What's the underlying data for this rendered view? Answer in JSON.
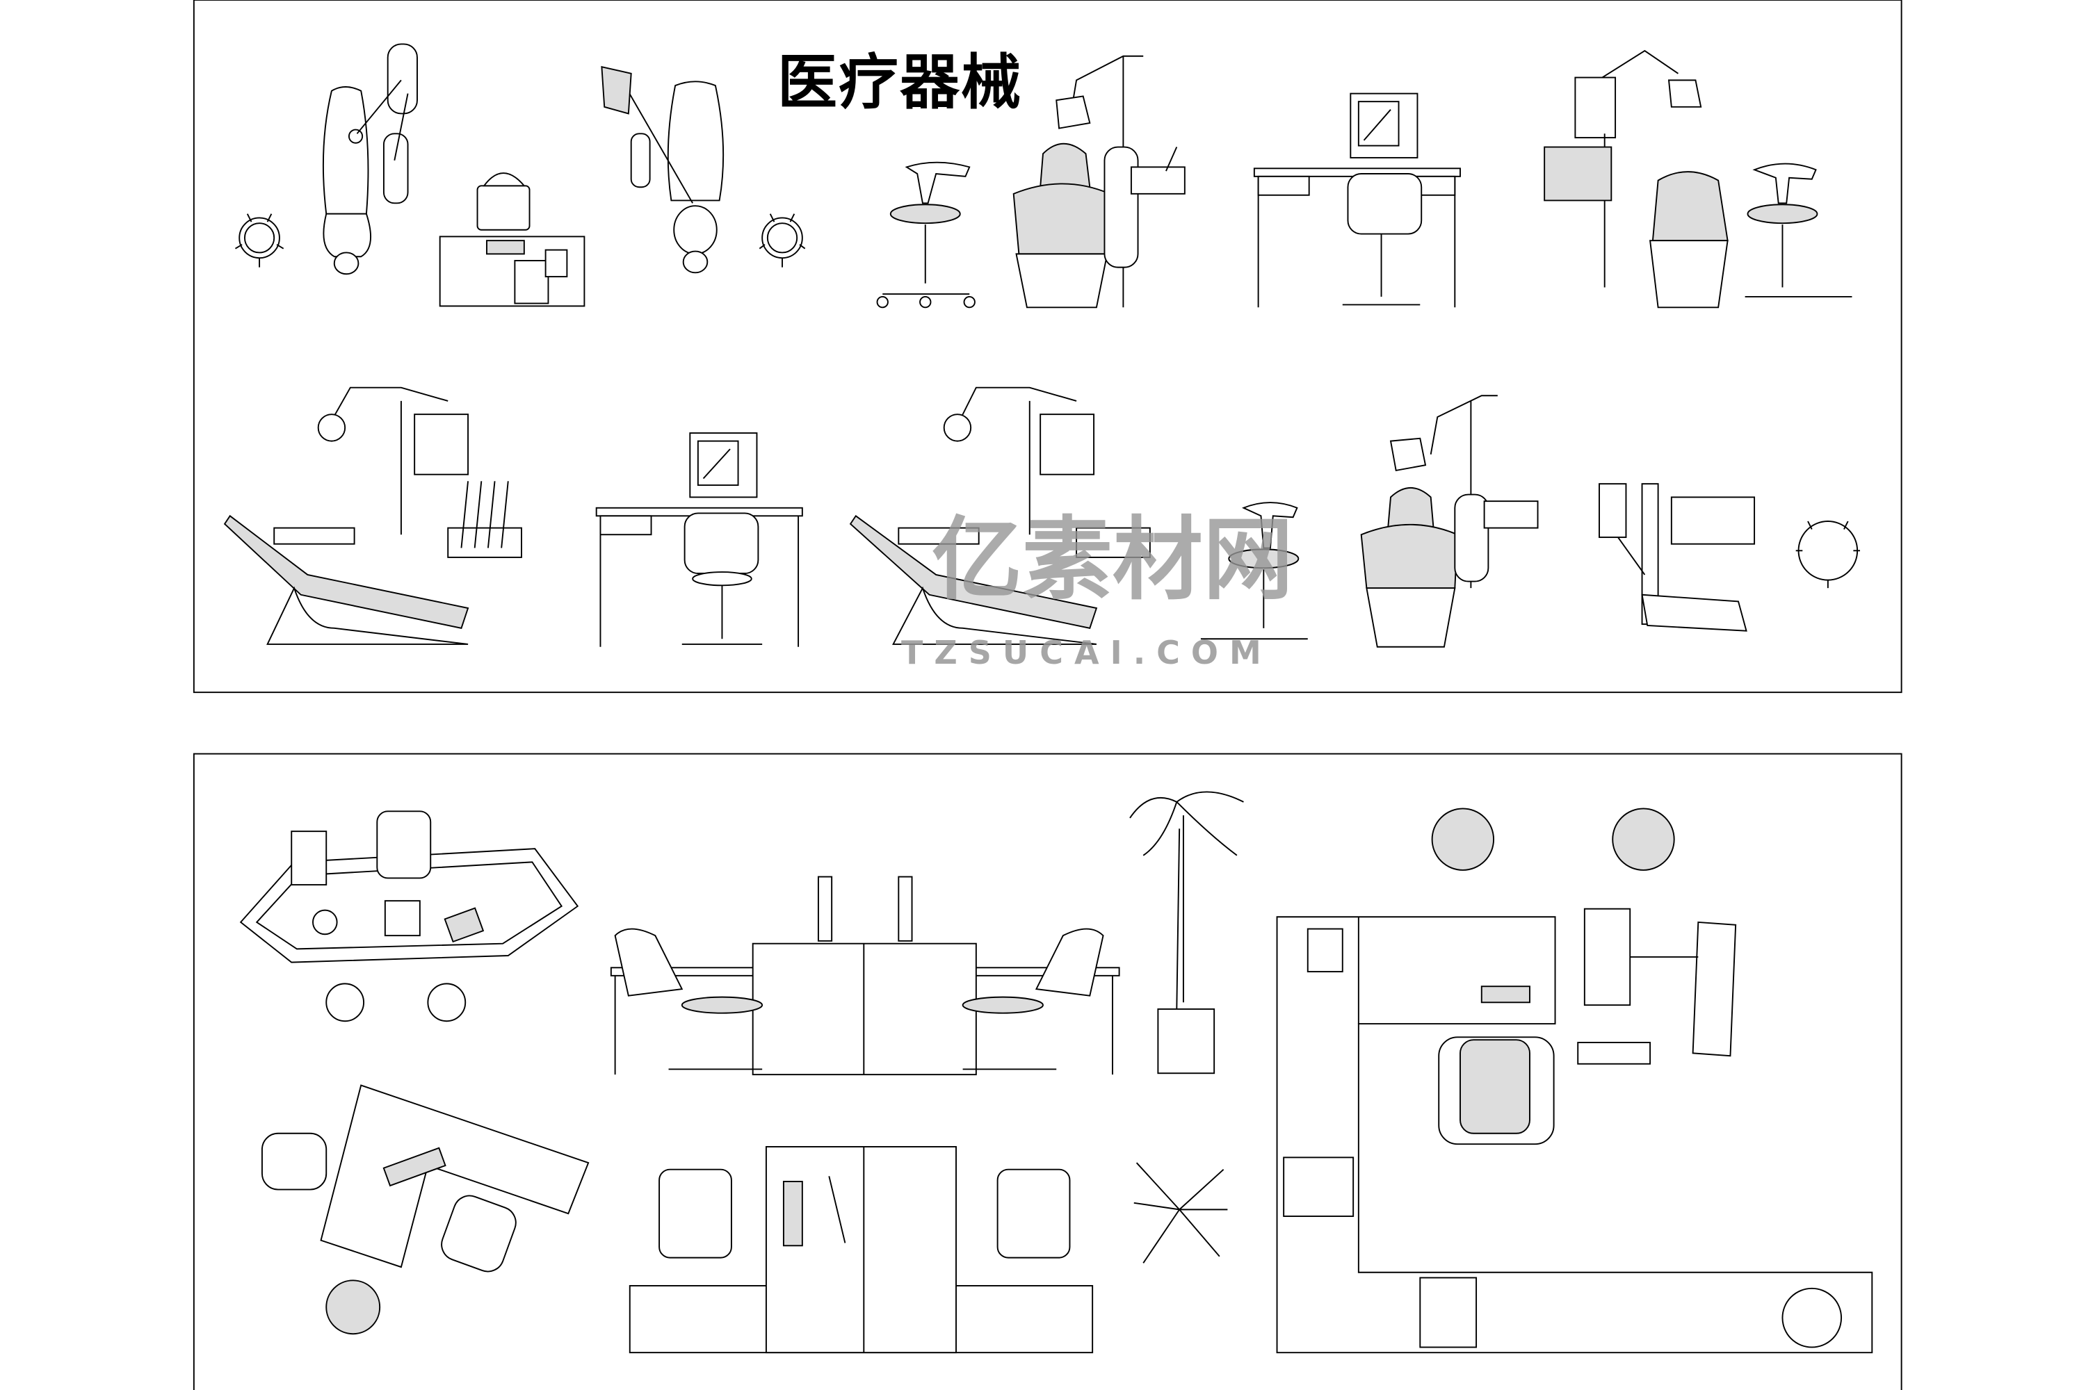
{
  "drawing": {
    "title": "医疗器械",
    "panels": [
      "dental-equipment-elevations",
      "clinic-office-layouts"
    ]
  },
  "watermark": {
    "logo_text": "亿素材网",
    "site": "TZSUCAI.COM",
    "color": "#969696"
  },
  "colors": {
    "line": "#000000",
    "background": "#ffffff"
  }
}
